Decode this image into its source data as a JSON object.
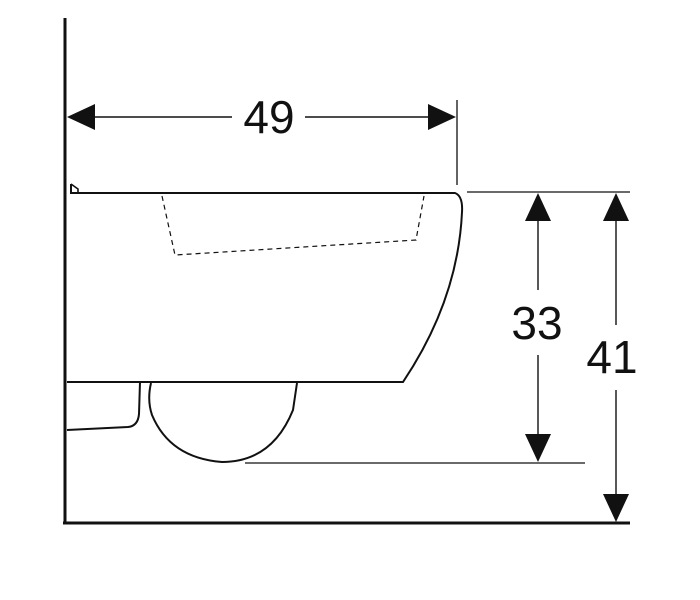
{
  "dimensions": {
    "width_label": "49",
    "height_to_underside_label": "33",
    "height_to_floor_label": "41"
  },
  "colors": {
    "line": "#111111",
    "background": "#ffffff"
  }
}
